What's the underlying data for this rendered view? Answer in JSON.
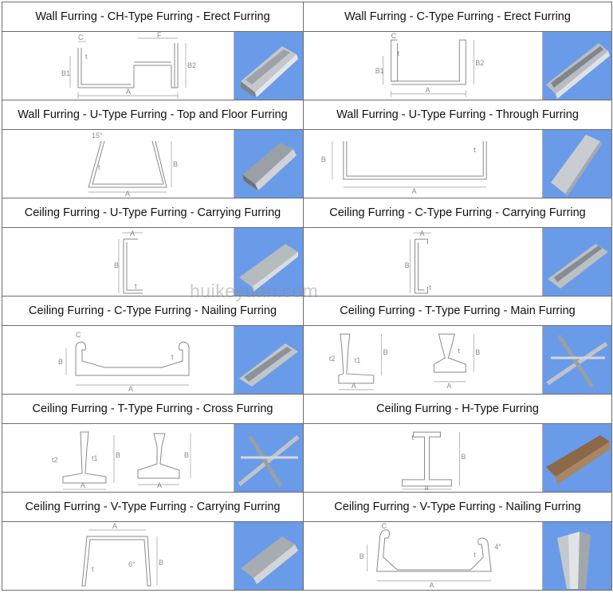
{
  "rows": [
    {
      "left": {
        "title": "Wall Furring - CH-Type Furring - Erect Furring",
        "labels": {
          "a": "A",
          "b1": "B1",
          "b2": "B2",
          "c": "C",
          "f": "F",
          "t": "t"
        },
        "icon": "ch-type-profile-drawing"
      },
      "right": {
        "title": "Wall Furring - C-Type Furring - Erect Furring",
        "labels": {
          "a": "A",
          "b1": "B1",
          "b2": "B2",
          "c": "C",
          "t": "t"
        },
        "icon": "c-type-profile-drawing"
      }
    },
    {
      "left": {
        "title": "Wall Furring - U-Type Furring - Top and Floor Furring",
        "labels": {
          "a": "A",
          "b": "B",
          "t": "t",
          "angle": "15°"
        },
        "icon": "u-type-profile-drawing"
      },
      "right": {
        "title": "Wall Furring - U-Type Furring - Through Furring",
        "labels": {
          "a": "A",
          "b": "B",
          "t": "t"
        },
        "icon": "u-type-profile-drawing"
      }
    },
    {
      "left": {
        "title": "Ceiling Furring - U-Type Furring - Carrying Furring",
        "labels": {
          "a": "A",
          "b": "B",
          "t": "t"
        },
        "icon": "u-type-profile-drawing"
      },
      "right": {
        "title": "Ceiling Furring - C-Type Furring - Carrying Furring",
        "labels": {
          "a": "A",
          "b": "B",
          "t": "t"
        },
        "icon": "c-type-profile-drawing"
      }
    },
    {
      "left": {
        "title": "Ceiling Furring - C-Type Furring - Nailing Furring",
        "labels": {
          "a": "A",
          "b": "B",
          "c": "C",
          "t": "t"
        },
        "icon": "c-type-profile-drawing"
      },
      "right": {
        "title": "Ceiling Furring - T-Type Furring - Main Furring",
        "labels": {
          "a": "A",
          "b": "B",
          "t1": "t1",
          "t2": "t2",
          "t": "t"
        },
        "icon": "t-type-profile-drawing"
      }
    },
    {
      "left": {
        "title": "Ceiling Furring - T-Type Furring - Cross Furring",
        "labels": {
          "a": "A",
          "b": "B",
          "t1": "t1",
          "t2": "t2"
        },
        "icon": "t-type-profile-drawing"
      },
      "right": {
        "title": "Ceiling Furring - H-Type Furring",
        "labels": {
          "a": "a",
          "b": "B",
          "t": "t"
        },
        "icon": "h-type-profile-drawing"
      }
    },
    {
      "left": {
        "title": "Ceiling Furring - V-Type Furring - Carrying Furring",
        "labels": {
          "a": "A",
          "b": "B",
          "t": "t",
          "angle": "6°"
        },
        "icon": "v-type-profile-drawing"
      },
      "right": {
        "title": "Ceiling Furring - V-Type Furring - Nailing Furring",
        "labels": {
          "a": "A",
          "b": "B",
          "c": "C",
          "t": "t",
          "angle": "4°"
        },
        "icon": "v-type-profile-drawing"
      }
    }
  ],
  "watermark": "huikeyuan.com",
  "colors": {
    "photo_bg": "#6a9be8",
    "grid": "#6c6c6c",
    "drawing": "#8a8a8a"
  }
}
